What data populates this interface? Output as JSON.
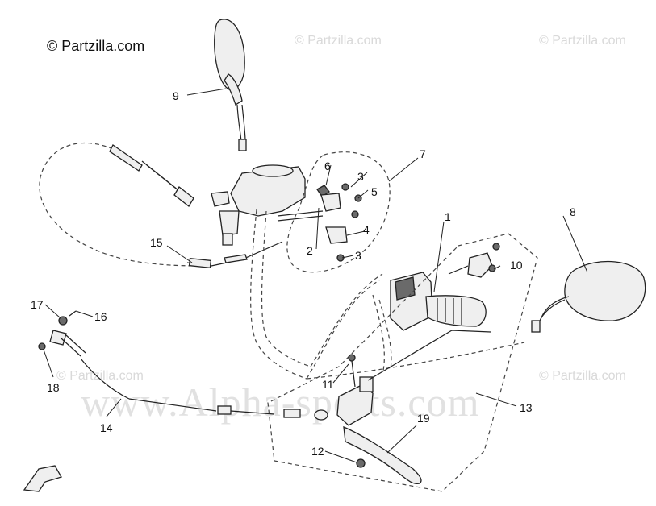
{
  "copyright": "© Partzilla.com",
  "watermarks": [
    "© Partzilla.com",
    "© Partzilla.com",
    "© Partzilla.com",
    "© Partzilla.com"
  ],
  "big_watermark": "www.Alpha-sports.com",
  "callouts": [
    "1",
    "2",
    "3",
    "3",
    "4",
    "5",
    "6",
    "7",
    "8",
    "9",
    "10",
    "11",
    "12",
    "13",
    "14",
    "15",
    "16",
    "17",
    "18",
    "19"
  ],
  "direction_marker_icon": "front-arrow-icon",
  "colors": {
    "line": "#222222",
    "watermark": "#d9d9d9"
  }
}
